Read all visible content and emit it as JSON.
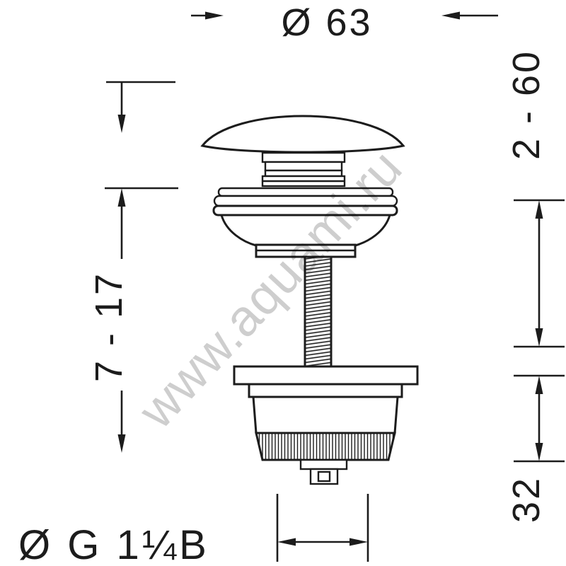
{
  "watermark": "www.aquami.ru",
  "dimensions": {
    "cap_diameter": "Ø 63",
    "install_range": "2 - 60",
    "reveal_range": "7 - 17",
    "thread_length": "32",
    "thread_size": "Ø G 1¼B"
  },
  "colors": {
    "line": "#1c1c1c",
    "watermark": "#c2c2c2",
    "background": "#ffffff"
  }
}
